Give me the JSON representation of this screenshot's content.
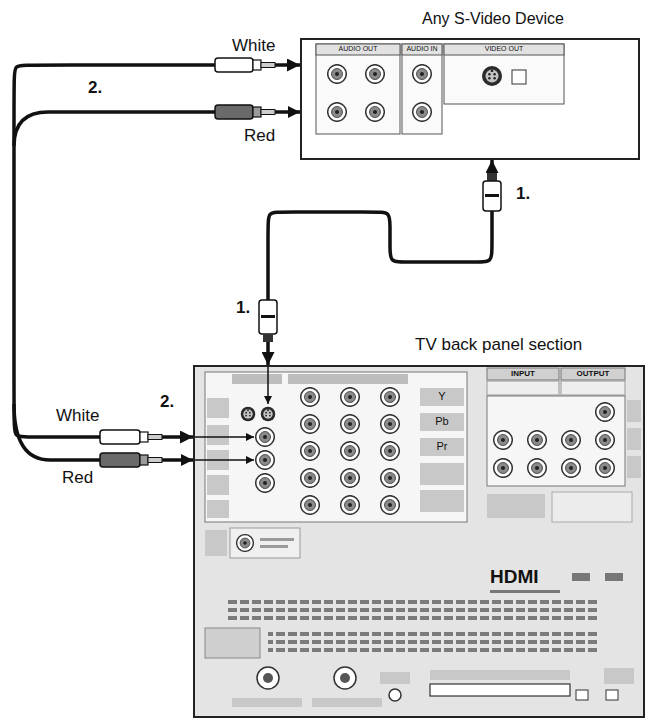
{
  "diagram": {
    "nodes": [
      {
        "text": [
          "Any S-Video Device"
        ]
      },
      {
        "text": [
          "TV back panel section"
        ]
      }
    ],
    "edges": [
      {
        "from": 0,
        "to": 1,
        "arrow": "both"
      },
      {
        "from": 0,
        "to": 1,
        "arrow": "both"
      }
    ],
    "labels": [
      "White",
      "2.",
      "Red",
      "1.",
      "1.",
      "2.",
      "White",
      "Red",
      "AUDIO OUT",
      "AUDIO IN",
      "VIDEO OUT",
      "Y",
      "Pb",
      "Pr",
      "INPUT",
      "OUTPUT",
      "HDMI"
    ]
  }
}
